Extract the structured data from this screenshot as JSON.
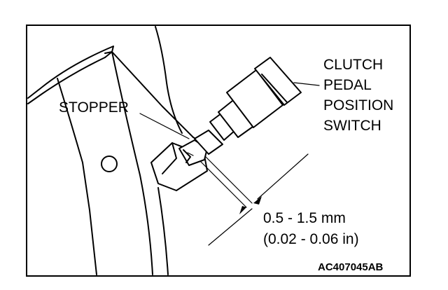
{
  "figure": {
    "switch_label_lines": [
      "CLUTCH",
      "PEDAL",
      "POSITION",
      "SWITCH"
    ],
    "stopper_label": "STOPPER",
    "gap_value_mm": "0.5 - 1.5 mm",
    "gap_value_in": "(0.02 - 0.06 in)",
    "figure_code": "AC407045AB"
  }
}
